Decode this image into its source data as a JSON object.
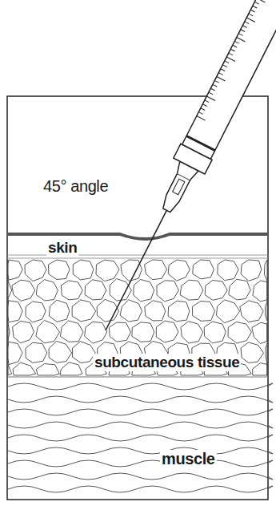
{
  "diagram": {
    "labels": [
      "45° angle",
      "skin",
      "subcutaneous tissue",
      "muscle"
    ]
  }
}
